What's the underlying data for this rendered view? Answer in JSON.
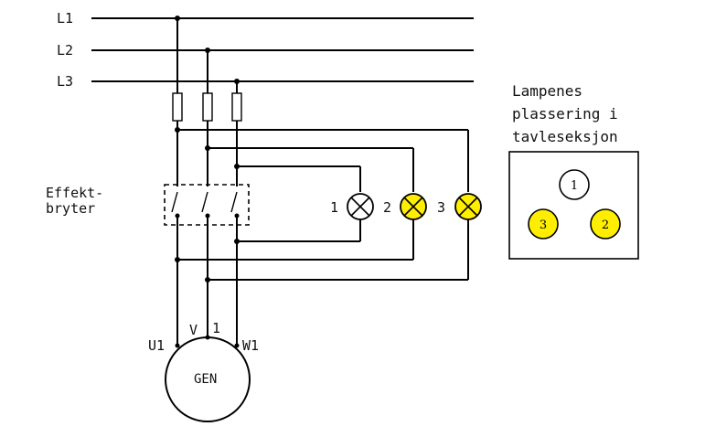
{
  "lines": {
    "l1": "L1",
    "l2": "L2",
    "l3": "L3"
  },
  "breaker": {
    "line1": "Effekt-",
    "line2": "bryter"
  },
  "lamps": {
    "n1": "1",
    "n2": "2",
    "n3": "3"
  },
  "panel": {
    "title1": "Lampenes",
    "title2": "plassering i",
    "title3": "tavleseksjon",
    "lamp1": "1",
    "lamp2": "2",
    "lamp3": "3"
  },
  "generator": {
    "u": "U1",
    "v": "V",
    "v_num": "1",
    "w": "W1",
    "label": "GEN"
  },
  "colors": {
    "lamp_on": "#ffee00",
    "lamp_off": "#ffffff",
    "panel_lamp": "#ffee00"
  }
}
